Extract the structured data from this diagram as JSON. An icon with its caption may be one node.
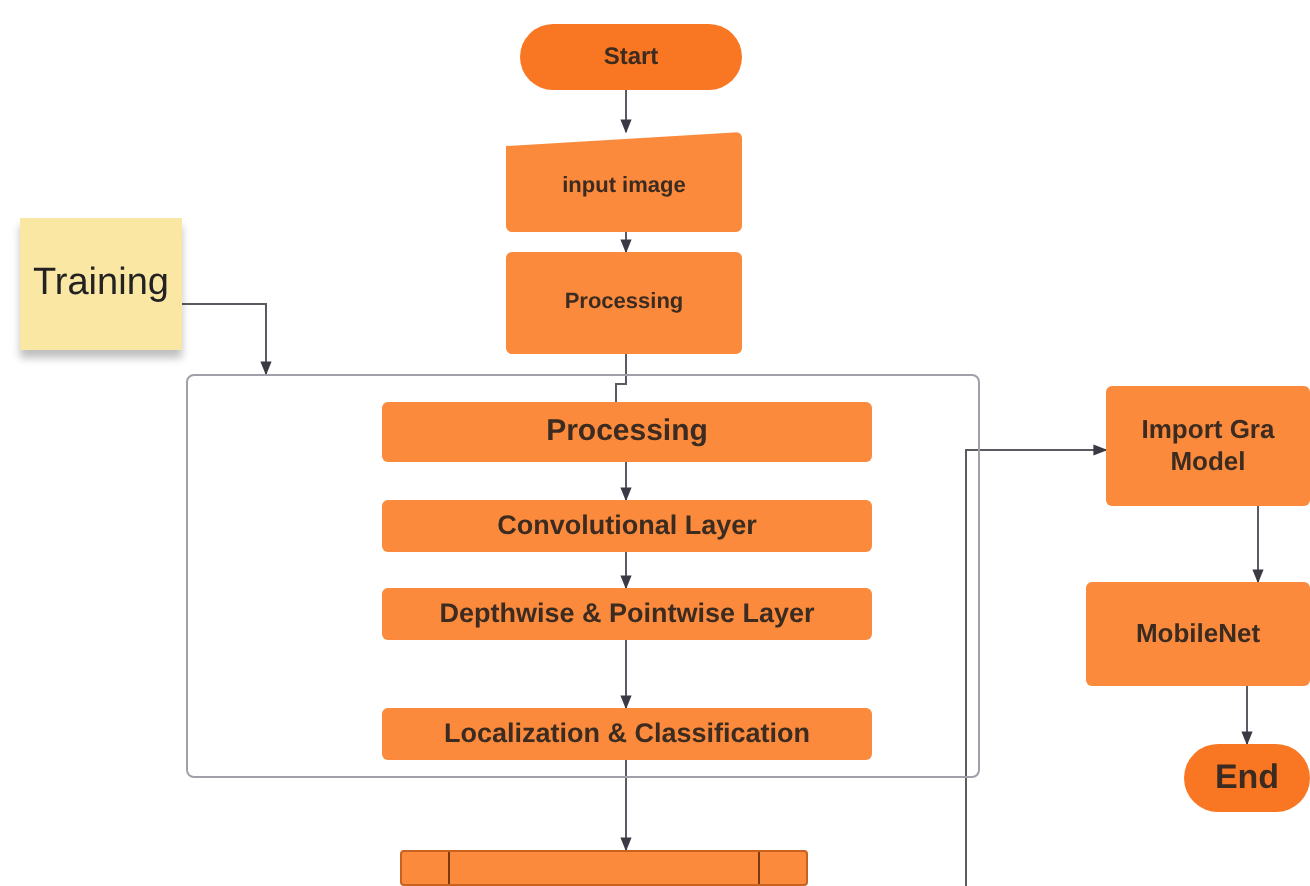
{
  "diagram": {
    "nodes": [
      {
        "text": [
          "Start"
        ]
      },
      {
        "text": [
          "input image"
        ]
      },
      {
        "text": [
          "Processing"
        ]
      },
      {
        "text": [
          "Training"
        ]
      },
      {
        "text": [],
        "shape": "box"
      },
      {
        "text": [
          "Processing"
        ],
        "in": 4
      },
      {
        "text": [
          "Convolutional Layer"
        ],
        "in": 4
      },
      {
        "text": [
          "Depthwise & Pointwise Layer"
        ],
        "in": 4
      },
      {
        "text": [
          "Localization & Classification"
        ],
        "in": 4
      },
      {
        "text": [],
        "shape": "box"
      },
      {
        "text": [
          "Import Gra Model"
        ]
      },
      {
        "text": [
          "MobileNet"
        ]
      },
      {
        "text": [
          "End"
        ]
      }
    ],
    "edges": [
      {
        "from": 0,
        "to": 1,
        "arrow": "to"
      },
      {
        "from": 1,
        "to": 2,
        "arrow": "to"
      },
      {
        "from": 2,
        "to": 5,
        "arrow": "none"
      },
      {
        "from": 3,
        "to": 4,
        "arrow": "to"
      },
      {
        "from": 5,
        "to": 6,
        "arrow": "to"
      },
      {
        "from": 6,
        "to": 7,
        "arrow": "to"
      },
      {
        "from": 7,
        "to": 8,
        "arrow": "to"
      },
      {
        "from": 8,
        "to": 9,
        "arrow": "to"
      },
      {
        "from": null,
        "to": 10,
        "arrow": "to"
      },
      {
        "from": 10,
        "to": 11,
        "arrow": "to"
      },
      {
        "from": 11,
        "to": 12,
        "arrow": "to"
      }
    ]
  }
}
